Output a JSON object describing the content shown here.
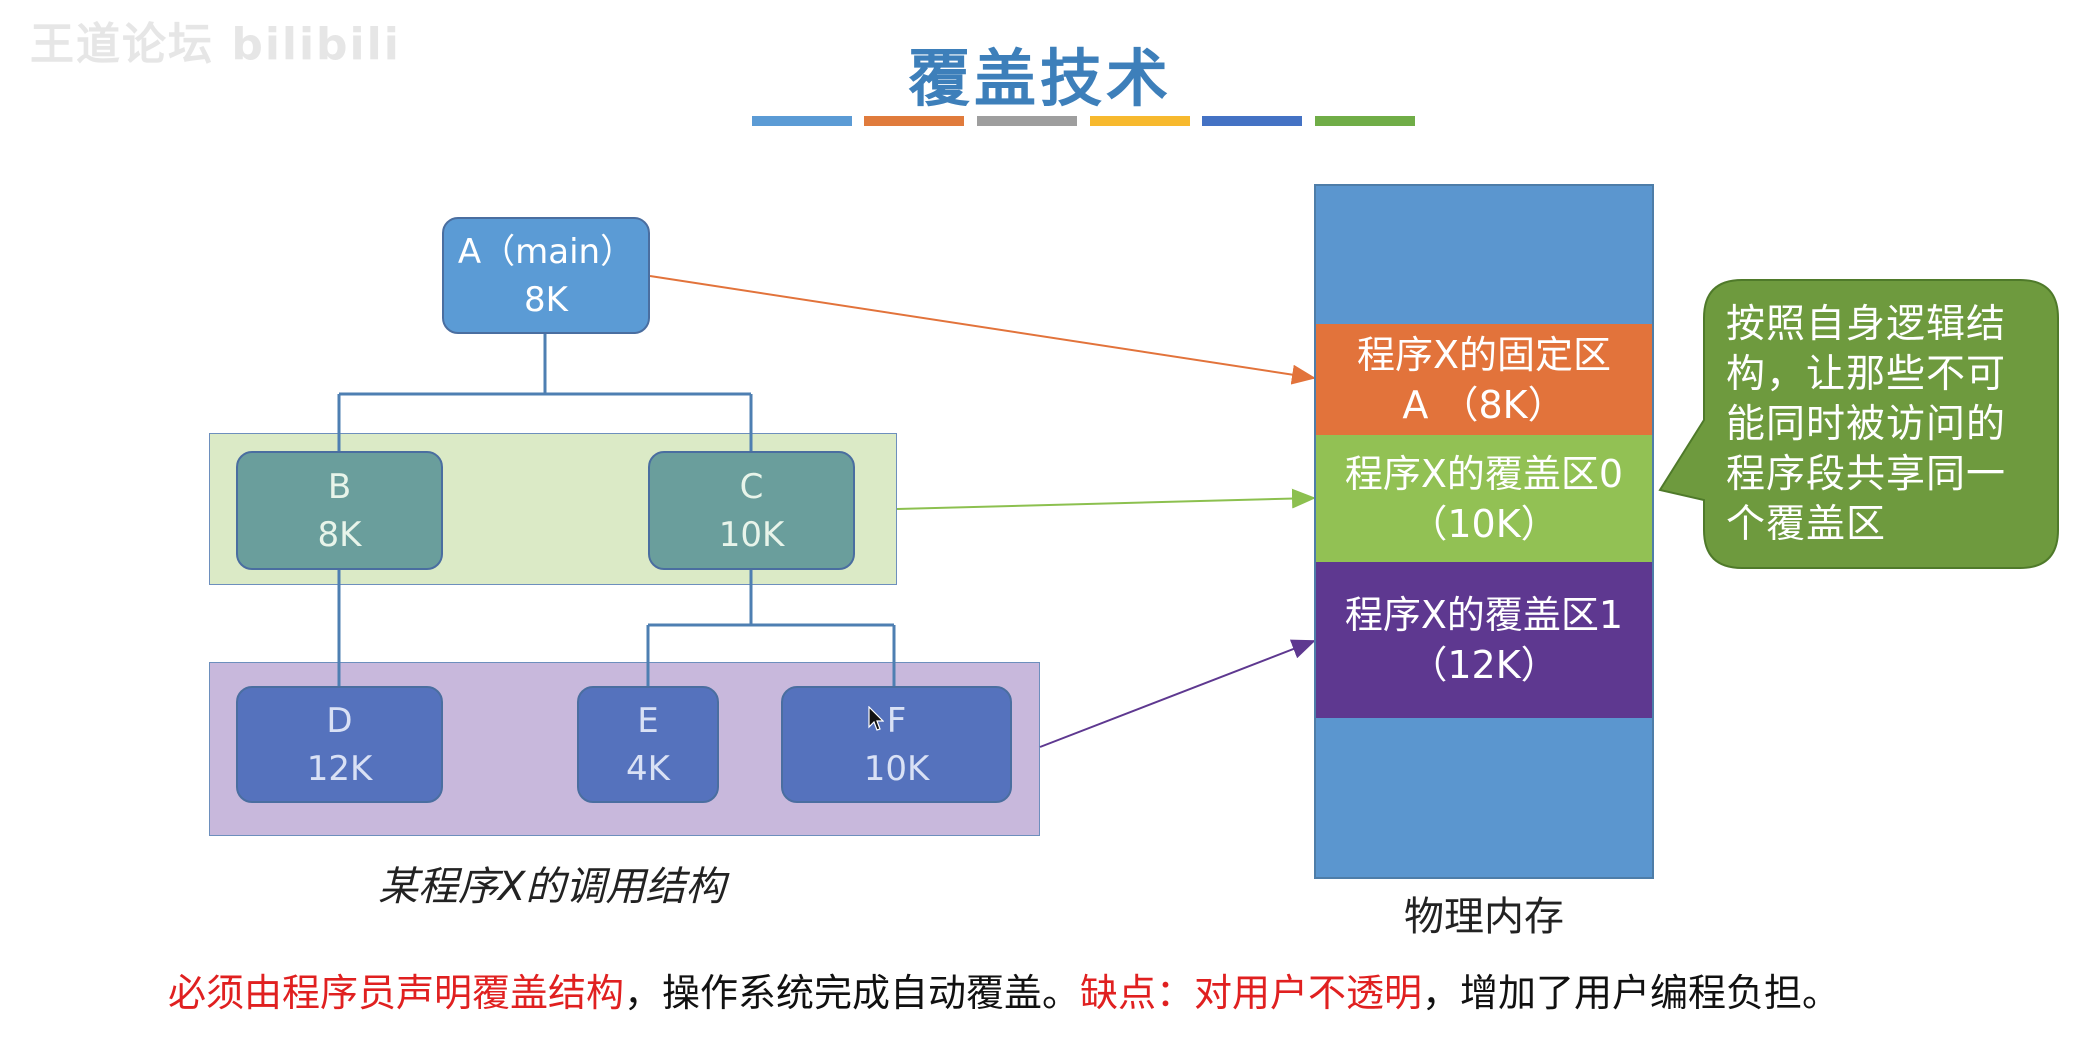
{
  "watermark": "王道论坛 bilibili",
  "title": "覆盖技术",
  "title_bar_colors": [
    "#5b9bd5",
    "#e07b3c",
    "#9e9e9e",
    "#f7b92e",
    "#4472c4",
    "#70ad47"
  ],
  "tree": {
    "root": {
      "name": "A（main）",
      "size": "8K"
    },
    "level1": [
      {
        "name": "B",
        "size": "8K"
      },
      {
        "name": "C",
        "size": "10K"
      }
    ],
    "level2": [
      {
        "name": "D",
        "size": "12K"
      },
      {
        "name": "E",
        "size": "4K"
      },
      {
        "name": "F",
        "size": "10K"
      }
    ],
    "caption": "某程序X的调用结构"
  },
  "memory": {
    "segments": [
      {
        "line1": "程序X的固定区",
        "line2": "A （8K）"
      },
      {
        "line1": "程序X的覆盖区0",
        "line2": "（10K）"
      },
      {
        "line1": "程序X的覆盖区1",
        "line2": "（12K）"
      }
    ],
    "caption": "物理内存"
  },
  "callout": {
    "lines": [
      "按照自身逻辑结",
      "构，让那些不可",
      "能同时被访问的",
      "程序段共享同一",
      "个覆盖区"
    ]
  },
  "bottom": {
    "part1": "必须由程序员声明覆盖结构",
    "part2": "，操作系统完成自动覆盖。",
    "part3": "缺点：对用户不透明",
    "part4": "，增加了用户编程负担。"
  },
  "colors": {
    "title": "#3d7fba",
    "node_root": "#5b9bd5",
    "node_level1": "#6a9e9c",
    "node_level2": "#5572bd",
    "group_level1": "#dbeac6",
    "group_level2": "#c8b8dc",
    "mem_blue": "#5b96cf",
    "mem_fixed": "#e2733b",
    "mem_overlay0": "#92c154",
    "mem_overlay1": "#5e3890",
    "callout": "#6e9a3e",
    "emphasis": "#e02020"
  }
}
